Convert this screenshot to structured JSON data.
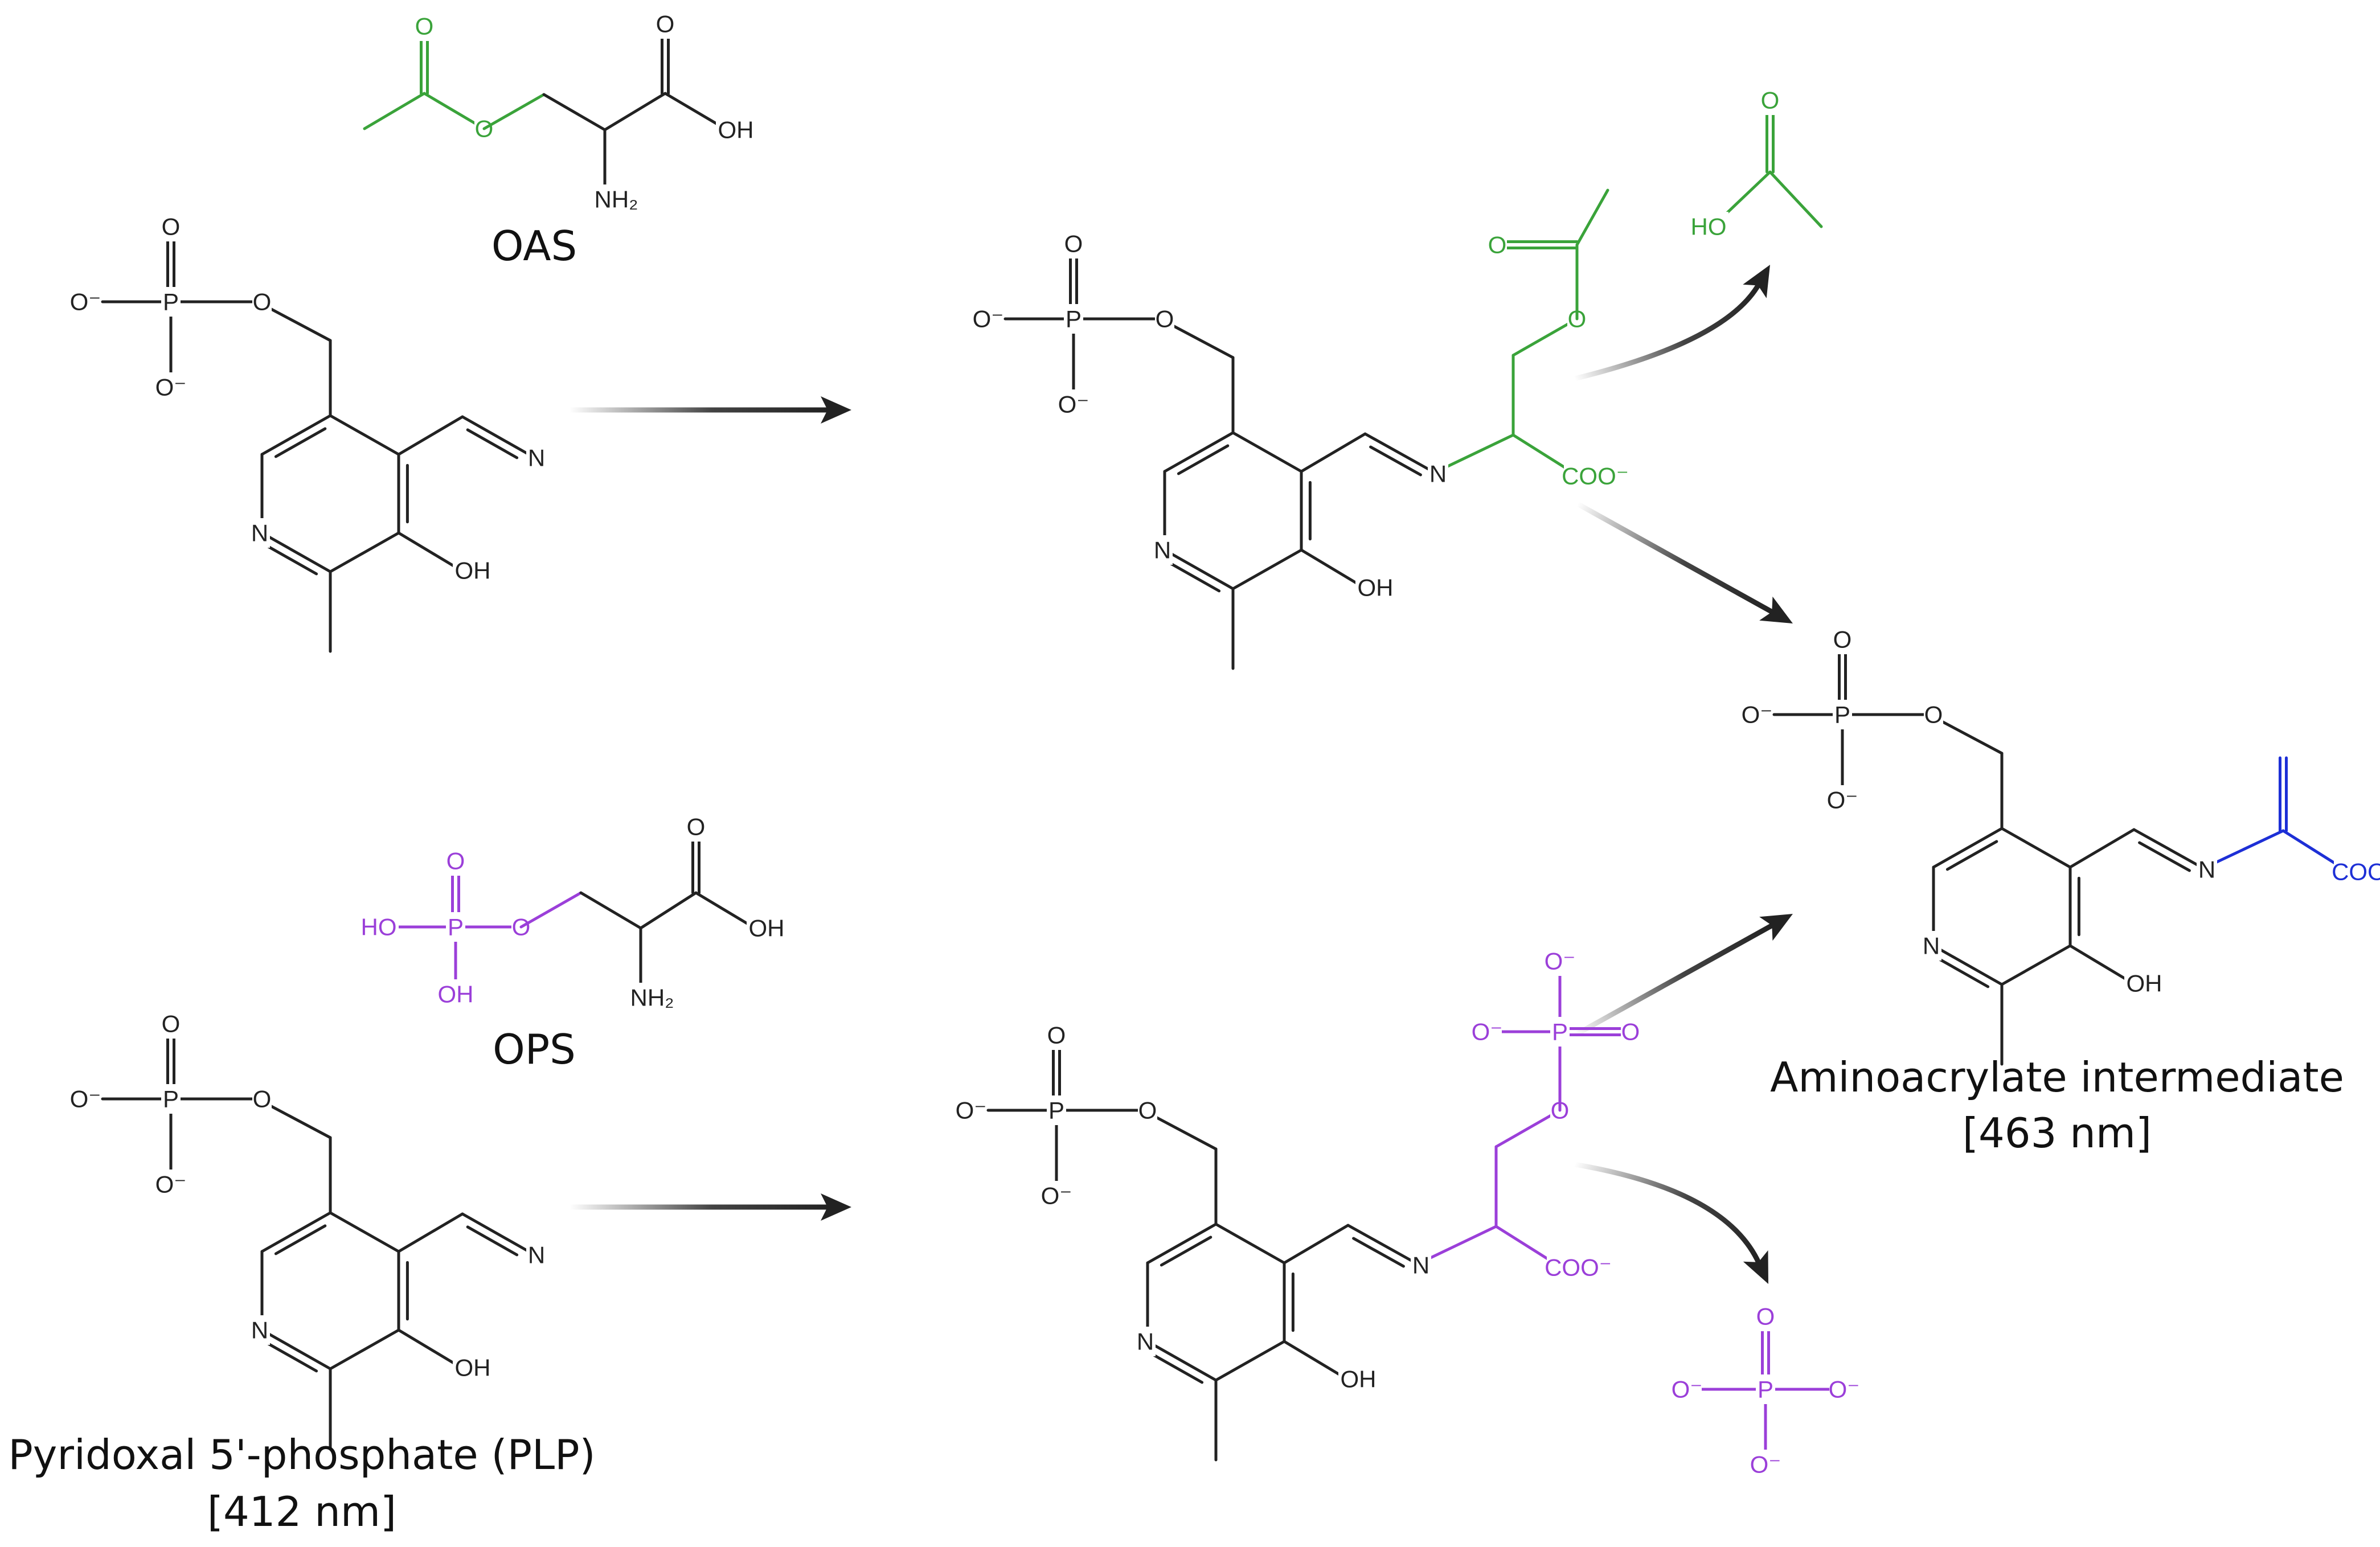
{
  "labels": {
    "oas": "OAS",
    "ops": "OPS",
    "plp_name": "Pyridoxal 5'-phosphate (PLP)",
    "plp_wavelength": "[412 nm]",
    "aminoacrylate_name": "Aminoacrylate intermediate",
    "aminoacrylate_wavelength": "[463 nm]"
  },
  "atoms": {
    "oxygen": "O",
    "oxide": "O⁻",
    "phosphorus": "P",
    "nitrogen": "N",
    "hydroxyl": "OH",
    "hydroxyl_left": "HO",
    "amine": "NH₂",
    "carboxylate": "COO⁻"
  },
  "colors": {
    "plp": "#222222",
    "oas_fragment": "#3aa33a",
    "ops_fragment": "#9b3fd9",
    "aminoacrylate_fragment": "#1d2fd6",
    "arrows": "#222222"
  }
}
